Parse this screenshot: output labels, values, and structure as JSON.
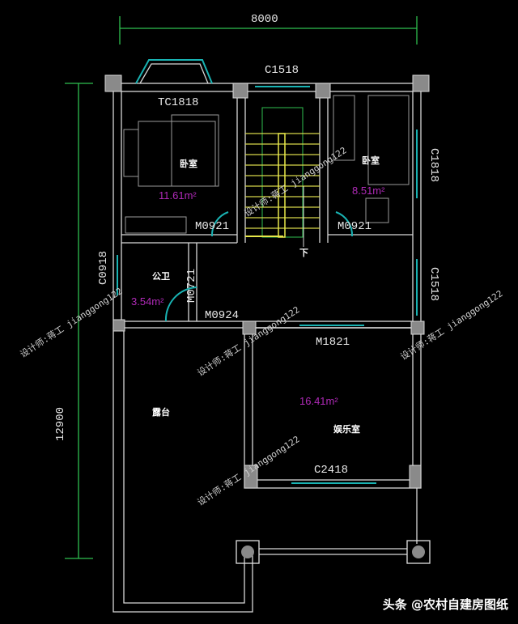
{
  "dimensions": {
    "width": "8000",
    "height": "12900"
  },
  "windows": {
    "top_stair": "C1518",
    "bay": "TC1818",
    "right_bedroom": "C1818",
    "right_lower": "C1518",
    "bath": "C0918",
    "entertainment": "C2418"
  },
  "doors": {
    "bedroom_left": "M0921",
    "bedroom_right": "M0921",
    "bath": "M0721",
    "bath2": "M0924",
    "entertainment": "M1821"
  },
  "rooms": [
    {
      "name": "卧室",
      "area": "11.61m²"
    },
    {
      "name": "卧室",
      "area": "8.51m²"
    },
    {
      "name": "公卫",
      "area": "3.54m²"
    },
    {
      "name": "露台"
    },
    {
      "name": "娱乐室",
      "area": "16.41m²"
    }
  ],
  "stair_label": "下",
  "watermark": "设计师:蒋工 jianggong122",
  "footer": "头条 @农村自建房图纸",
  "colors": {
    "wall": "#d8d8d8",
    "window": "#19b3b3",
    "dimension": "#2fbf4f",
    "area": "#b02ab8",
    "stair": "#d7d74a"
  }
}
